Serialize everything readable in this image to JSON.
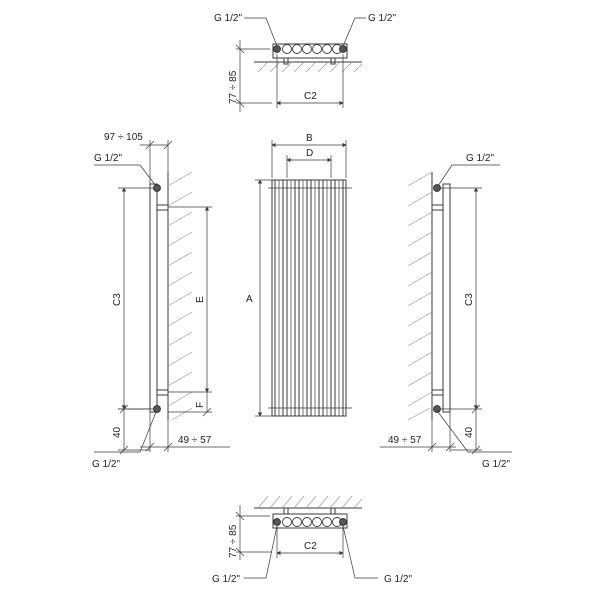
{
  "labels": {
    "g_half": "G 1/2\"",
    "depth_range": "77 ÷ 85",
    "c2": "C2",
    "b": "B",
    "d": "D",
    "a": "A",
    "c3": "C3",
    "e": "E",
    "f": "F",
    "wall_offset": "97 ÷ 105",
    "bracket_depth": "49 ÷ 57",
    "bottom_offset": "40"
  },
  "tube_count": 6
}
